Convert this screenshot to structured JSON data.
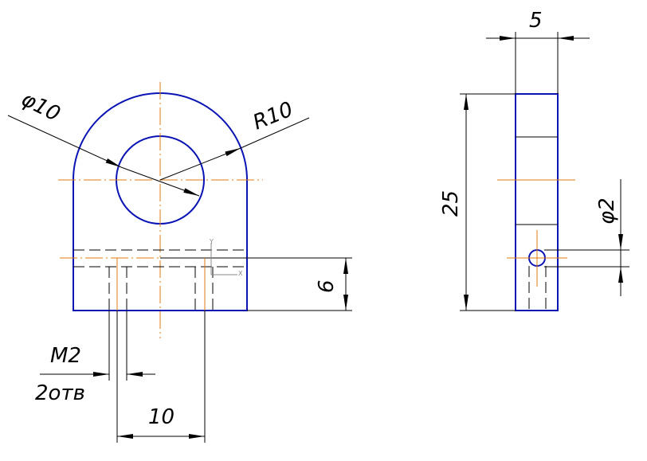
{
  "drawing": {
    "front_view": {
      "diameter_label": "φ10",
      "radius_label": "R10",
      "height_label": "6",
      "thread_label": "M2",
      "thread_count_label": "2отв",
      "spacing_label": "10",
      "axis_x_label": "X",
      "axis_y_label": "Y"
    },
    "side_view": {
      "thickness_label": "5",
      "height_label": "25",
      "hole_label": "φ2"
    }
  },
  "colors": {
    "outline": "#0a14b4",
    "centerline": "#e07a10",
    "dimension": "#000000"
  }
}
